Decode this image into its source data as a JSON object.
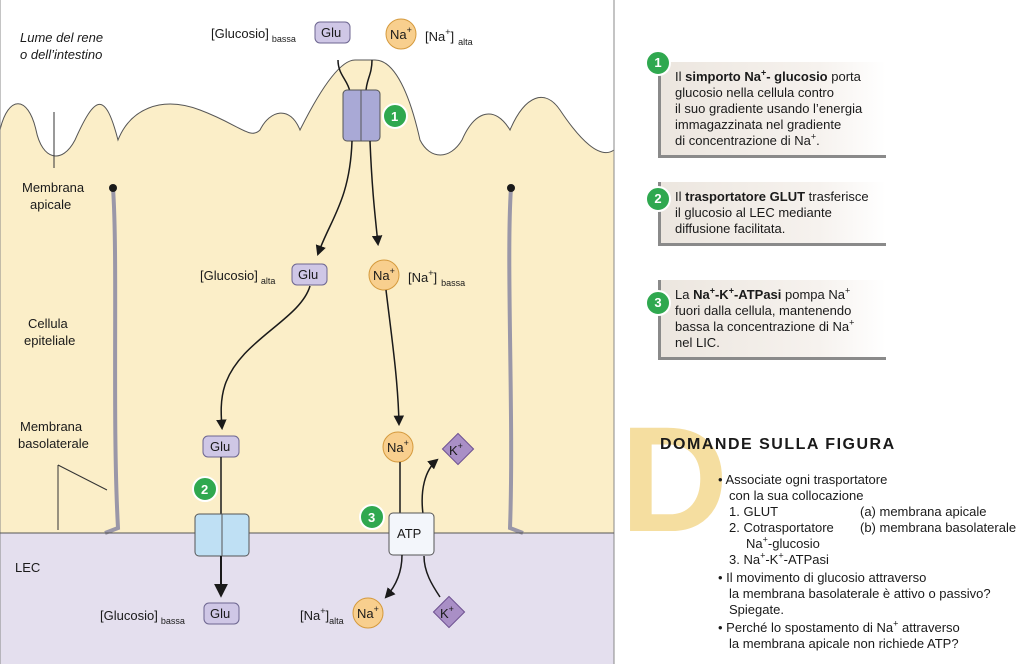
{
  "diagram": {
    "lumen_label_1": "Lume del rene",
    "lumen_label_2": "o dell’intestino",
    "apical_label_1": "Membrana",
    "apical_label_2": "apicale",
    "epithelial_label_1": "Cellula",
    "epithelial_label_2": "epiteliale",
    "basolateral_label_1": "Membrana",
    "basolateral_label_2": "basolaterale",
    "lec_label": "LEC",
    "glucose_conc": "[Glucosio]",
    "na_conc_open": "[Na",
    "na_conc_close": "]",
    "low": "bassa",
    "high": "alta",
    "glu": "Glu",
    "na": "Na",
    "k": "K",
    "plus": "+",
    "atp": "ATP",
    "step_1": "1",
    "step_2": "2",
    "step_3": "3"
  },
  "steps": [
    {
      "number": "1",
      "lines": [
        "Il simporto Na+- glucosio porta",
        "glucosio nella cellula contro",
        "il suo gradiente usando l’energia",
        "immagazzinata nel gradiente",
        "di concentrazione di Na+."
      ]
    },
    {
      "number": "2",
      "lines": [
        "Il trasportatore GLUT trasferisce",
        "il glucosio al LEC mediante",
        "diffusione facilitata."
      ]
    },
    {
      "number": "3",
      "lines": [
        "La Na+-K+-ATPasi pompa Na+",
        "fuori dalla cellula, mantenendo",
        "bassa la concentrazione di Na+",
        "nel LIC."
      ]
    }
  ],
  "questions": {
    "big_letter": "D",
    "title": "DOMANDE SULLA FIGURA",
    "q1_l1": "• Associate ogni trasportatore",
    "q1_l2": "con la sua collocazione",
    "item1": "1. GLUT",
    "item2": "2. Cotrasportatore",
    "item2b": "Na+-glucosio",
    "item3": "3. Na+-K+-ATPasi",
    "opt_a": "(a) membrana apicale",
    "opt_b": "(b) membrana basolaterale",
    "q2_l1": "• Il movimento di glucosio attraverso",
    "q2_l2": "la membrana basolaterale è attivo o passivo?",
    "q2_l3": "Spiegate.",
    "q3_l1": "• Perché lo spostamento di Na+ attraverso",
    "q3_l2": "la membrana apicale non richiede ATP?"
  },
  "colors": {
    "cell": "#fbeec8",
    "lec": "#e4dfee",
    "glu_fill": "#cfc7e6",
    "na_fill": "#f8cf8e",
    "k_fill": "#a98fc6",
    "symporter": "#a9a9d6",
    "glut": "#bfe0f4",
    "badge": "#2fa84f"
  }
}
